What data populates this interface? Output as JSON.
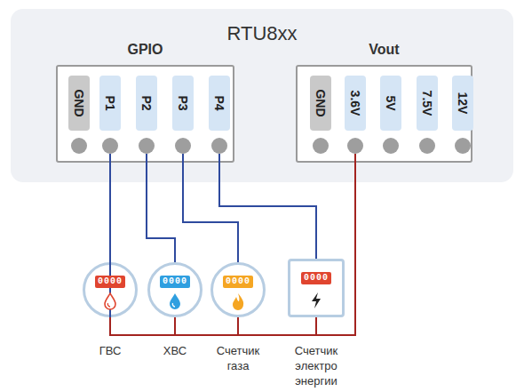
{
  "diagram": {
    "nodes": [
      {
        "text": [
          "RTU8xx"
        ]
      },
      {
        "text": [
          "GPIO"
        ],
        "in": 0
      },
      {
        "text": [
          "GND"
        ],
        "in": 1
      },
      {
        "text": [
          "P1"
        ],
        "in": 1
      },
      {
        "text": [
          "P2"
        ],
        "in": 1
      },
      {
        "text": [
          "P3"
        ],
        "in": 1
      },
      {
        "text": [
          "P4"
        ],
        "in": 1
      },
      {
        "text": [
          "Vout"
        ],
        "in": 0
      },
      {
        "text": [
          "GND"
        ],
        "in": 7
      },
      {
        "text": [
          "3.6V"
        ],
        "in": 7
      },
      {
        "text": [
          "5V"
        ],
        "in": 7
      },
      {
        "text": [
          "7.5V"
        ],
        "in": 7
      },
      {
        "text": [
          "12V"
        ],
        "in": 7
      },
      {
        "text": [
          "0000",
          "ГВС"
        ]
      },
      {
        "text": [
          "0000",
          "ХВС"
        ]
      },
      {
        "text": [
          "0000",
          "Счетчик газа"
        ]
      },
      {
        "text": [
          "0000",
          "Счетчик электро энергии"
        ]
      }
    ],
    "edges": [
      {
        "from": 3,
        "to": 13,
        "arrow": "none"
      },
      {
        "from": 4,
        "to": 14,
        "arrow": "none"
      },
      {
        "from": 5,
        "to": 15,
        "arrow": "none"
      },
      {
        "from": 6,
        "to": 16,
        "arrow": "none"
      },
      {
        "from": 9,
        "to": 13,
        "arrow": "none"
      },
      {
        "from": 9,
        "to": 14,
        "arrow": "none"
      },
      {
        "from": 9,
        "to": 15,
        "arrow": "none"
      },
      {
        "from": 9,
        "to": 16,
        "arrow": "none"
      }
    ]
  }
}
